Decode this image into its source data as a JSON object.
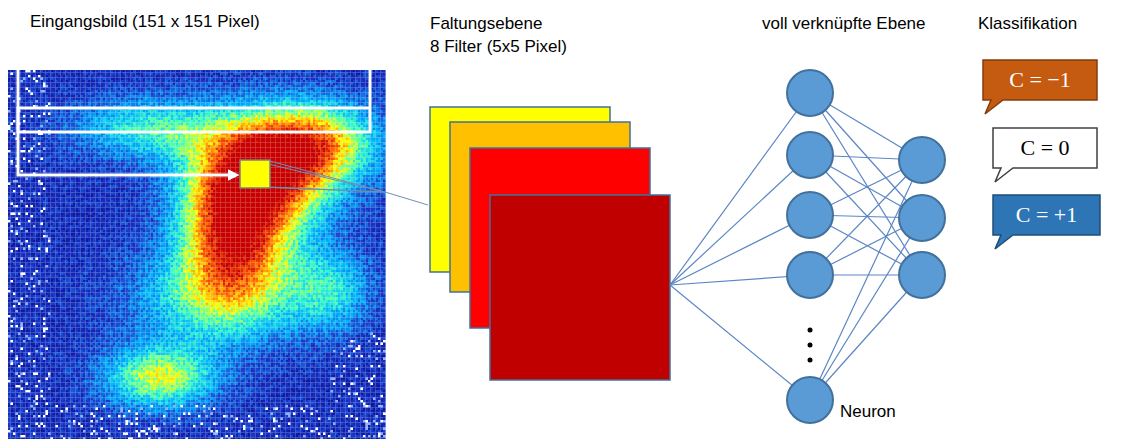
{
  "diagram": {
    "nodes": [
      {
        "text": [
          "Eingangsbild (151 x 151 Pixel)"
        ]
      },
      {
        "text": [
          "Faltungsebene",
          "8 Filter (5x5 Pixel)"
        ]
      },
      {
        "text": [
          "C = −1"
        ]
      },
      {
        "text": [
          "C = 0"
        ]
      },
      {
        "text": [
          "C = +1"
        ]
      }
    ],
    "edges": [
      {
        "from": 0,
        "to": 1,
        "arrow": "none"
      }
    ],
    "labels": [
      "voll verknüpfte Ebene",
      "Klassifikation",
      "Neuron"
    ]
  }
}
